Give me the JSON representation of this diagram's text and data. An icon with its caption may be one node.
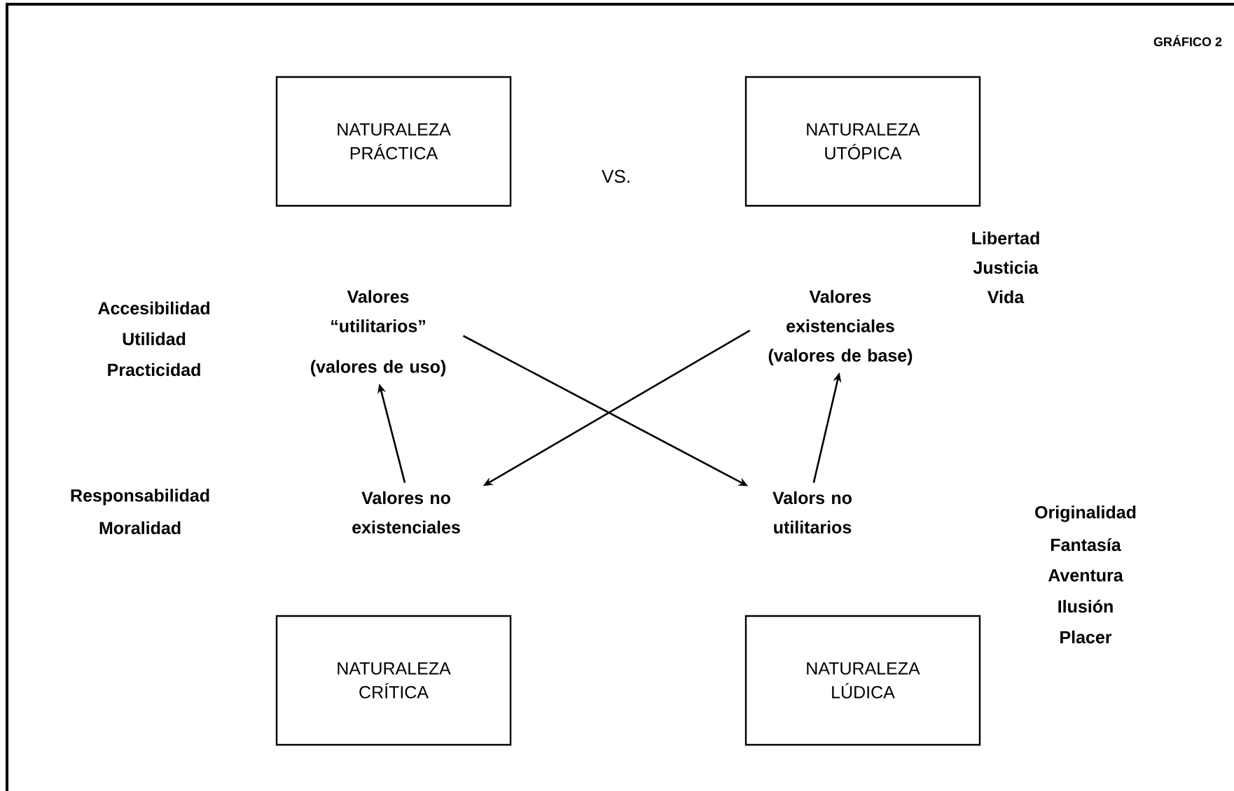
{
  "diagram": {
    "title": "GRÁFICO 2",
    "nodes": [
      {
        "text": [
          "NATURALEZA PRÁCTICA"
        ]
      },
      {
        "text": [
          "NATURALEZA UTÓPICA"
        ]
      },
      {
        "text": [
          "Valores “utilitarios”",
          "(valores de uso)"
        ]
      },
      {
        "text": [
          "Valores existenciales (valores de base)"
        ]
      },
      {
        "text": [
          "Valores no existenciales"
        ]
      },
      {
        "text": [
          "Valors no utilitarios"
        ]
      },
      {
        "text": [
          "NATURALEZA CRÍTICA"
        ]
      },
      {
        "text": [
          "NATURALEZA LÚDICA"
        ]
      }
    ],
    "edges": [
      {
        "from": 4,
        "to": 2,
        "arrow": "to"
      },
      {
        "from": 5,
        "to": 3,
        "arrow": "to"
      },
      {
        "from": 2,
        "to": 5,
        "arrow": "to"
      },
      {
        "from": 3,
        "to": 4,
        "arrow": "to"
      }
    ],
    "labels": [
      "VS.",
      "Libertad",
      "Justicia",
      "Vida",
      "Accesibilidad",
      "Utilidad",
      "Practicidad",
      "Responsabilidad",
      "Moralidad",
      "Originalidad",
      "Fantasía",
      "Aventura",
      "Ilusión",
      "Placer"
    ]
  }
}
